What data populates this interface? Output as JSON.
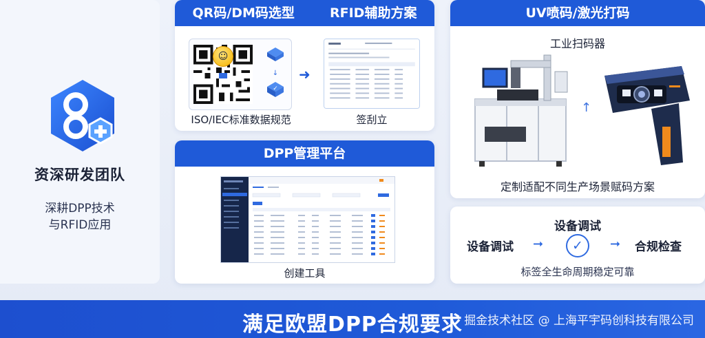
{
  "team": {
    "name": "资深研发团队",
    "tagline_line1": "深耕DPP技术",
    "tagline_line2": "与RFID应用"
  },
  "qr_panel": {
    "heading_left": "QR码/DM码选型",
    "heading_right": "RFID辅助方案",
    "caption_left": "ISO/IEC标准数据规范",
    "caption_right": "签刮立",
    "smile_glyph": "☺"
  },
  "dpp_panel": {
    "heading": "DPP管理平台",
    "caption": "创建工具"
  },
  "uv_panel": {
    "heading": "UV喷码/激光打码",
    "subheading": "工业扫码器",
    "caption": "定制适配不同生产场景赋码方案"
  },
  "debug_panel": {
    "title": "设备调试",
    "step_left": "设备调试",
    "step_right": "合规检查",
    "check_glyph": "✓",
    "arrow_glyph": "➞",
    "caption": "标签全生命周期稳定可靠"
  },
  "banner": {
    "text": "满足欧盟DPP合规要求",
    "watermark": "掘金技术社区 @ 上海平宇码创科技有限公司"
  },
  "colors": {
    "brand_blue": "#1f5ad8",
    "dark_navy": "#16264a",
    "accent_orange": "#f08a1c"
  }
}
